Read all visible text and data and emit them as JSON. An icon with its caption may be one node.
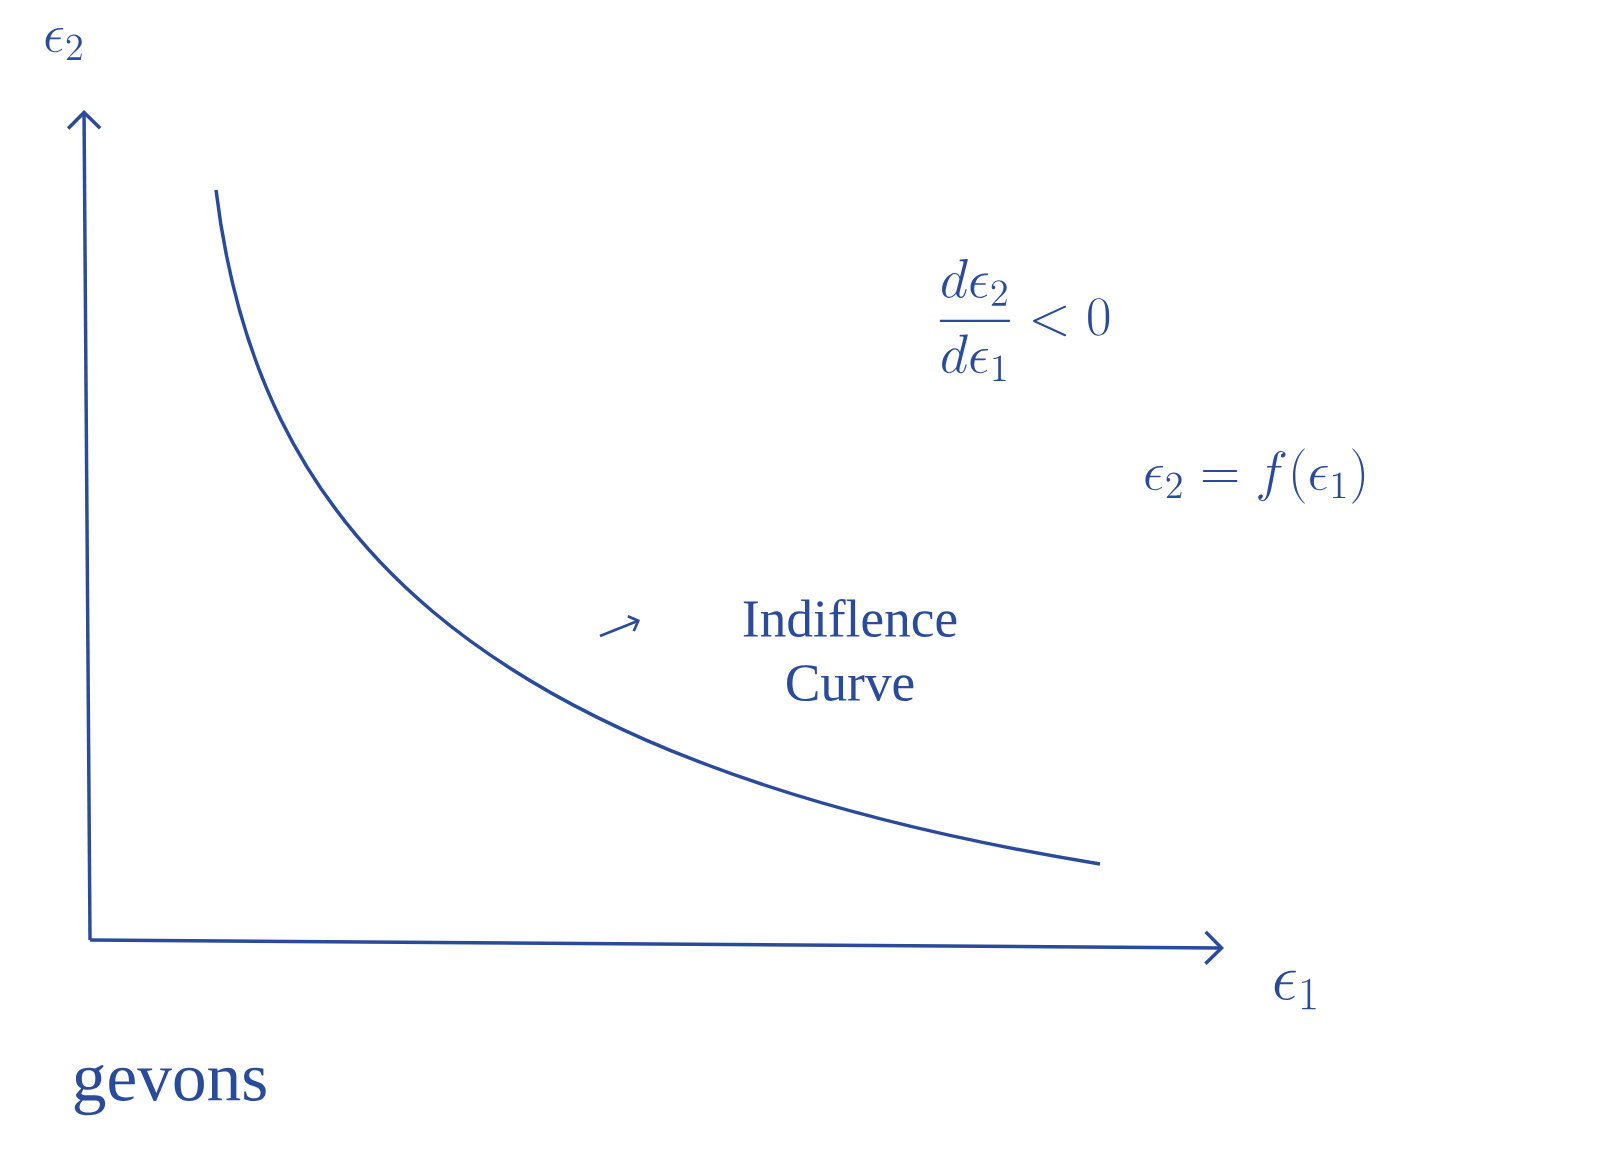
{
  "diagram": {
    "labels": [
      "\\epsilon_2",
      "\\frac{d\\epsilon_2}{d\\epsilon_1}<0",
      "\\epsilon_2=f(\\epsilon_1)",
      "Indiflence Curve",
      "\\epsilon_1",
      "gevons"
    ]
  }
}
